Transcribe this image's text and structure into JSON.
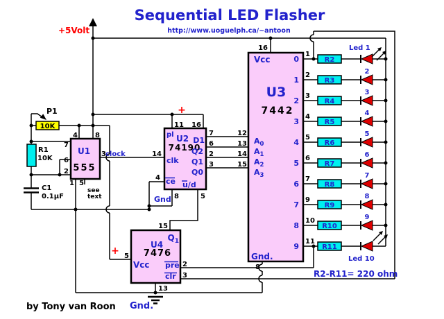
{
  "title": "Sequential LED Flasher",
  "url": "http://www.uoguelph.ca/~antoon",
  "credit": "by Tony van Roon",
  "note": "R2-R11= 220 ohm",
  "power_label": "+5Volt",
  "plus": "+",
  "clock_label": "clock",
  "see_text_line1": "see",
  "see_text_line2": "text",
  "gnd_label": "Gnd.",
  "colors": {
    "accent_blue": "#2222CC",
    "text_red": "#FF0000",
    "ic_fill": "#FACCFA",
    "resistor_fill": "#00EFEF",
    "pot_fill": "#FFFF00",
    "led_red": "#DE0000",
    "wire": "#000000"
  },
  "p1": {
    "ref": "P1",
    "value": "10K"
  },
  "r1": {
    "ref": "R1",
    "value": "10K"
  },
  "c1": {
    "ref": "C1",
    "value": "0.1µF"
  },
  "u1": {
    "ref": "U1",
    "part": "555",
    "pins": {
      "p1": "1",
      "p2": "2",
      "p3": "3",
      "p4": "4",
      "p5": "5",
      "p6": "6",
      "p7": "7",
      "p8": "8"
    }
  },
  "u2": {
    "ref": "U2",
    "part": "74190",
    "labels": {
      "pl": "pl",
      "d1": "D1",
      "q2": "Q2",
      "q1": "Q1",
      "q0": "Q0",
      "clk": "clk",
      "ce": "ce",
      "ud_u": "u",
      "ud_d": "/d",
      "gnd": "Gnd"
    },
    "pins": {
      "p11": "11",
      "p16": "16",
      "p14": "14",
      "p4": "4",
      "p8": "8",
      "p5": "5",
      "p7": "7",
      "p6": "6",
      "p2": "2",
      "p3": "3"
    }
  },
  "u3": {
    "ref": "U3",
    "part": "7442",
    "vcc": "Vcc",
    "gnd": "Gnd.",
    "pins": {
      "vcc": "16",
      "gnd": "8"
    },
    "inputs": [
      {
        "pin": "12",
        "base": "A",
        "sub": "0"
      },
      {
        "pin": "13",
        "base": "A",
        "sub": "1"
      },
      {
        "pin": "14",
        "base": "A",
        "sub": "2"
      },
      {
        "pin": "15",
        "base": "A",
        "sub": "3"
      }
    ],
    "outputs": [
      {
        "digit": "0",
        "pin": "1"
      },
      {
        "digit": "1",
        "pin": "2"
      },
      {
        "digit": "2",
        "pin": "3"
      },
      {
        "digit": "3",
        "pin": "4"
      },
      {
        "digit": "4",
        "pin": "5"
      },
      {
        "digit": "5",
        "pin": "6"
      },
      {
        "digit": "6",
        "pin": "7"
      },
      {
        "digit": "7",
        "pin": "9"
      },
      {
        "digit": "8",
        "pin": "10"
      },
      {
        "digit": "9",
        "pin": "11"
      }
    ]
  },
  "u4": {
    "ref": "U4",
    "part": "7476",
    "vcc": "Vcc",
    "q_base": "Q",
    "q_sub": "1",
    "pre": "pre",
    "clr": "clr",
    "pins": {
      "p5": "5",
      "p15": "15",
      "p2": "2",
      "p3": "3",
      "p13": "13"
    }
  },
  "rows": [
    {
      "resistor": "R2",
      "led": "Led 1"
    },
    {
      "resistor": "R3",
      "led": "2"
    },
    {
      "resistor": "R4",
      "led": "3"
    },
    {
      "resistor": "R5",
      "led": "4"
    },
    {
      "resistor": "R6",
      "led": "5"
    },
    {
      "resistor": "R7",
      "led": "6"
    },
    {
      "resistor": "R8",
      "led": "7"
    },
    {
      "resistor": "R9",
      "led": "8"
    },
    {
      "resistor": "R10",
      "led": "9"
    },
    {
      "resistor": "R11",
      "led": "Led 10"
    }
  ]
}
